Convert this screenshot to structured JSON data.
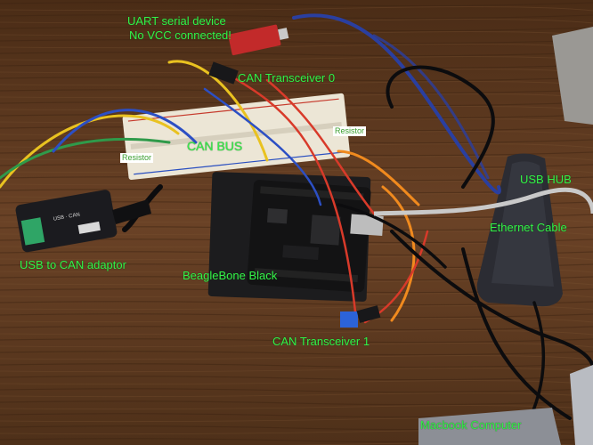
{
  "labels": {
    "uart_line1": "UART serial device",
    "uart_line2": "No VCC connected!",
    "can_transceiver_0": "CAN Transceiver 0",
    "resistor_right": "Resistor",
    "can_bus": "CAN BUS",
    "resistor_left": "Resistor",
    "usb_hub": "USB HUB",
    "ethernet_cable": "Ethernet Cable",
    "usb_to_can": "USB to CAN adaptor",
    "beaglebone": "BeagleBone Black",
    "can_transceiver_1": "CAN Transceiver 1",
    "macbook": "Macbook Computer"
  },
  "colors": {
    "label_green": "#35f04a",
    "desk_wood": "#5a3820",
    "wire_red": "#d83a2a",
    "wire_yellow": "#e9c220",
    "wire_blue": "#2c4fc4",
    "wire_green": "#2f9a4a",
    "wire_orange": "#f08a1e"
  }
}
